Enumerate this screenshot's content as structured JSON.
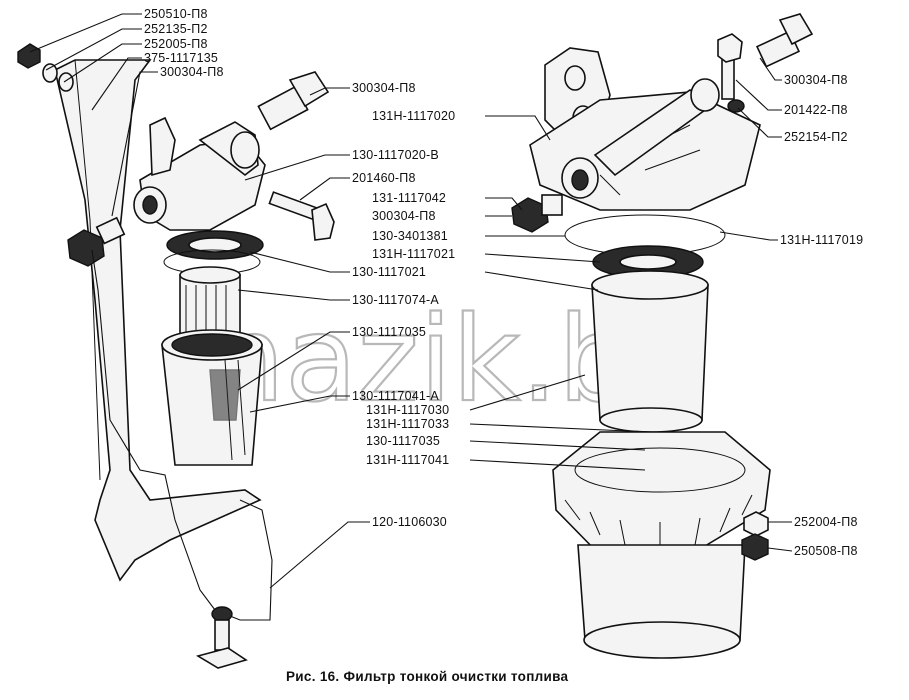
{
  "caption": "Рис. 16. Фильтр тонкой очистки топлива",
  "watermark": "mazik.by",
  "labels_left": [
    "250510-П8",
    "252135-П2",
    "252005-П8",
    "375-1117135",
    "300304-П8",
    "300304-П8",
    "130-1117020-В",
    "201460-П8",
    "130-1117021",
    "130-1117074-А",
    "130-1117035",
    "130-1117041-А",
    "120-1106030"
  ],
  "labels_center": [
    "131Н-1117020",
    "131-1117042",
    "300304-П8",
    "130-3401381",
    "131Н-1117021",
    "130-1117021",
    "131Н-1117030",
    "131Н-1117033",
    "130-1117035",
    "131Н-1117041"
  ],
  "labels_right": [
    "300304-П8",
    "201422-П8",
    "252154-П2",
    "131Н-1117019",
    "252004-П8",
    "250508-П8"
  ]
}
